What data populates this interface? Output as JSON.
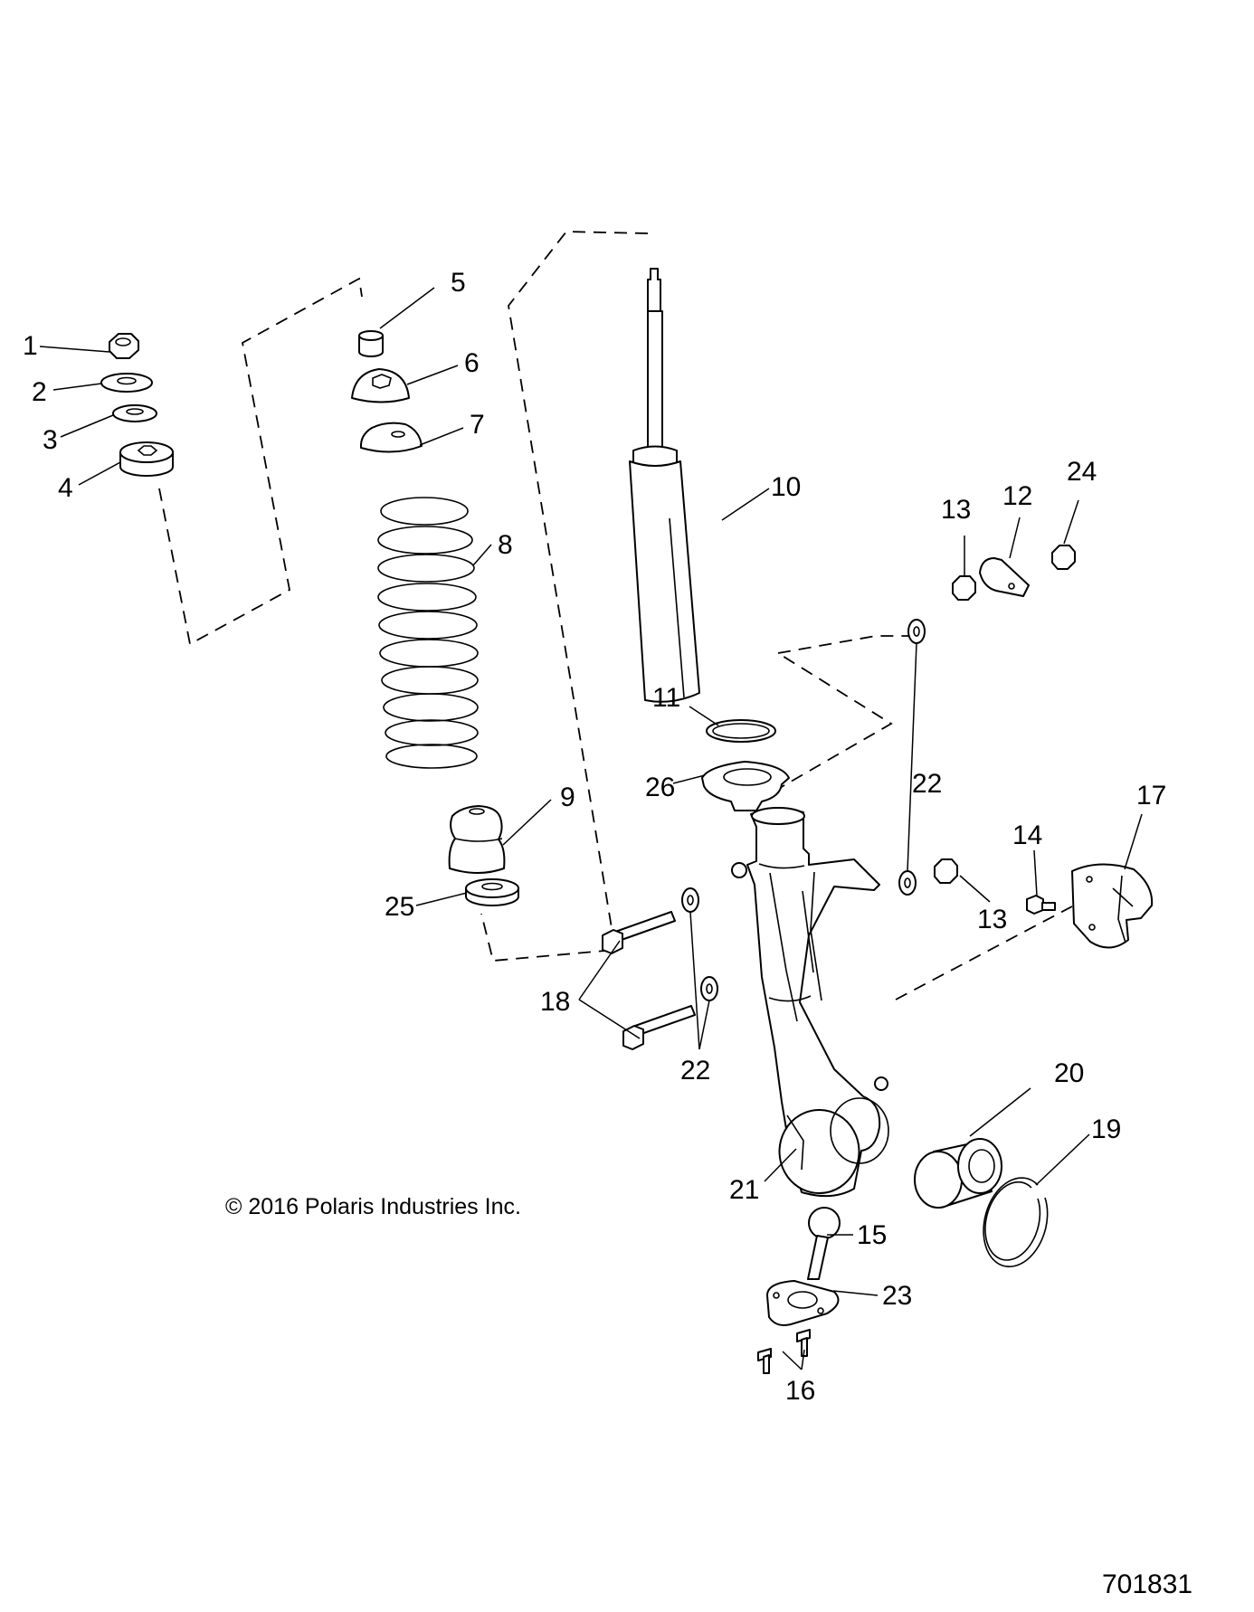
{
  "callouts": {
    "c1": "1",
    "c2": "2",
    "c3": "3",
    "c4": "4",
    "c5": "5",
    "c6": "6",
    "c7": "7",
    "c8": "8",
    "c9": "9",
    "c10": "10",
    "c11": "11",
    "c12": "12",
    "c13a": "13",
    "c13b": "13",
    "c14": "14",
    "c15": "15",
    "c16": "16",
    "c17": "17",
    "c18": "18",
    "c19": "19",
    "c20": "20",
    "c21": "21",
    "c22a": "22",
    "c22b": "22",
    "c23": "23",
    "c24": "24",
    "c25": "25",
    "c26": "26"
  },
  "copyright": "© 2016 Polaris Industries Inc.",
  "figure_number": "701831"
}
